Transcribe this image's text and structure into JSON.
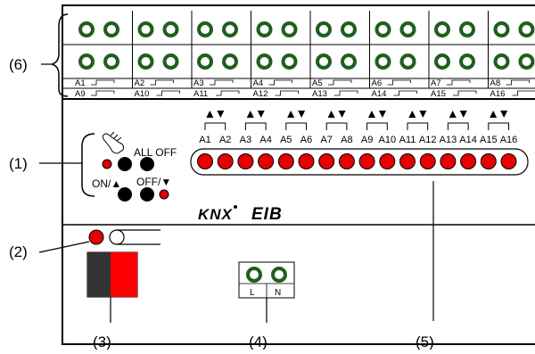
{
  "callouts": {
    "c1": "(1)",
    "c2": "(2)",
    "c3": "(3)",
    "c4": "(4)",
    "c5": "(5)",
    "c6": "(6)"
  },
  "channels_top": [
    "A1",
    "A2",
    "A3",
    "A4",
    "A5",
    "A6",
    "A7",
    "A8"
  ],
  "channels_bottom": [
    "A9",
    "A10",
    "A11",
    "A12",
    "A13",
    "A14",
    "A15",
    "A16"
  ],
  "led_labels": [
    "A1",
    "A2",
    "A3",
    "A4",
    "A5",
    "A6",
    "A7",
    "A8",
    "A9",
    "A10",
    "A11",
    "A12",
    "A13",
    "A14",
    "A15",
    "A16"
  ],
  "keypad": {
    "all_off": "ALL OFF",
    "on_label": "ON/▲",
    "off_label": "OFF/▼"
  },
  "logos": {
    "knx": "KNX",
    "eib": "EIB"
  },
  "power_terminal": {
    "l_label": "L",
    "n_label": "N"
  },
  "colors": {
    "terminal_ring": "#1f5e1f",
    "led_red": "#e60000",
    "switch_red": "#ff0000",
    "switch_dark": "#333333",
    "line": "#000000"
  }
}
